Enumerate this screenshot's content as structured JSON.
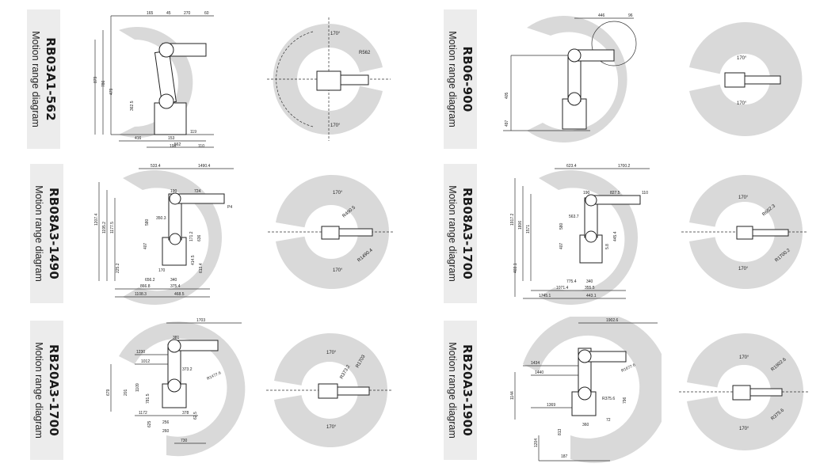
{
  "cells": [
    {
      "model": "RB03A1-562",
      "subtitle": "Motion range diagram",
      "side": {
        "dims": [
          "165",
          "45",
          "270",
          "60",
          "879",
          "786",
          "479",
          "362.5",
          "562",
          "416",
          "153",
          "119",
          "198",
          "110"
        ]
      },
      "top": {
        "labels": [
          "170°",
          "170°",
          "R562"
        ]
      }
    },
    {
      "model": "RB06-900",
      "subtitle": "Motion range diagram",
      "side": {
        "dims": [
          "446",
          "96",
          "405",
          "497"
        ]
      },
      "top": {
        "labels": [
          "170°",
          "170°"
        ]
      }
    },
    {
      "model": "RB08A3-1490",
      "subtitle": "Motion range diagram",
      "side": {
        "dims": [
          "533.4",
          "1490.4",
          "190",
          "724",
          "P4",
          "350.3",
          "580",
          "1207.4",
          "1195.2",
          "1177.5",
          "407",
          "171.2",
          "636",
          "414.5",
          "613.4",
          "225.2",
          "170",
          "656.2",
          "340",
          "866.8",
          "375.4",
          "1108.3",
          "468.5"
        ]
      },
      "top": {
        "labels": [
          "170°",
          "170°",
          "R490.5",
          "R1490.4"
        ]
      }
    },
    {
      "model": "RB08A3-1700",
      "subtitle": "Motion range diagram",
      "side": {
        "dims": [
          "623.4",
          "1700.2",
          "190",
          "827.5",
          "110",
          "563.7",
          "1917.2",
          "1806",
          "1571",
          "580",
          "407",
          "445.4",
          "5.8",
          "403.1",
          "775.4",
          "340",
          "1071.4",
          "355.5",
          "1745.1",
          "443.1"
        ]
      },
      "top": {
        "labels": [
          "170°",
          "170°",
          "R652.3",
          "R1700.2"
        ]
      }
    },
    {
      "model": "RB20A3-1700",
      "subtitle": "Motion range diagram",
      "side": {
        "dims": [
          "1703",
          "381",
          "1230",
          "1012",
          "373.2",
          "R1477.6",
          "201",
          "1109",
          "781.5",
          "679",
          "1172",
          "378",
          "62.5",
          "625",
          "256",
          "260",
          "730"
        ]
      },
      "top": {
        "labels": [
          "170°",
          "170°",
          "R373.2",
          "R1703"
        ]
      }
    },
    {
      "model": "RB20A3-1900",
      "subtitle": "Motion range diagram",
      "side": {
        "dims": [
          "1902.6",
          "1434",
          "1440",
          "R1677.6",
          "1144",
          "1369",
          "R375.6",
          "796",
          "360",
          "72",
          "1204",
          "813",
          "187"
        ]
      },
      "top": {
        "labels": [
          "170°",
          "170°",
          "R1902.6",
          "R375.6"
        ]
      }
    }
  ]
}
